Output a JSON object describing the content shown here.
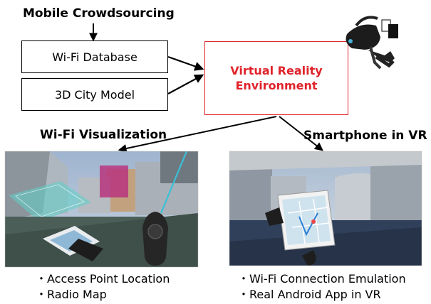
{
  "labels": {
    "mobile_crowdsourcing": "Mobile Crowdsourcing",
    "wifi_visualization": "Wi-Fi Visualization",
    "smartphone_in_vr": "Smartphone in VR"
  },
  "boxes": {
    "wifi_database": "Wi-Fi Database",
    "city_model": "3D City Model",
    "vr_environment_line1": "Virtual Reality",
    "vr_environment_line2": "Environment"
  },
  "left_bullets": [
    "・Access Point Location",
    "・Radio Map"
  ],
  "right_bullets": [
    "・Wi-Fi Connection Emulation",
    "・Real Android App in VR"
  ],
  "colors": {
    "accent_red": "#e0232b"
  }
}
